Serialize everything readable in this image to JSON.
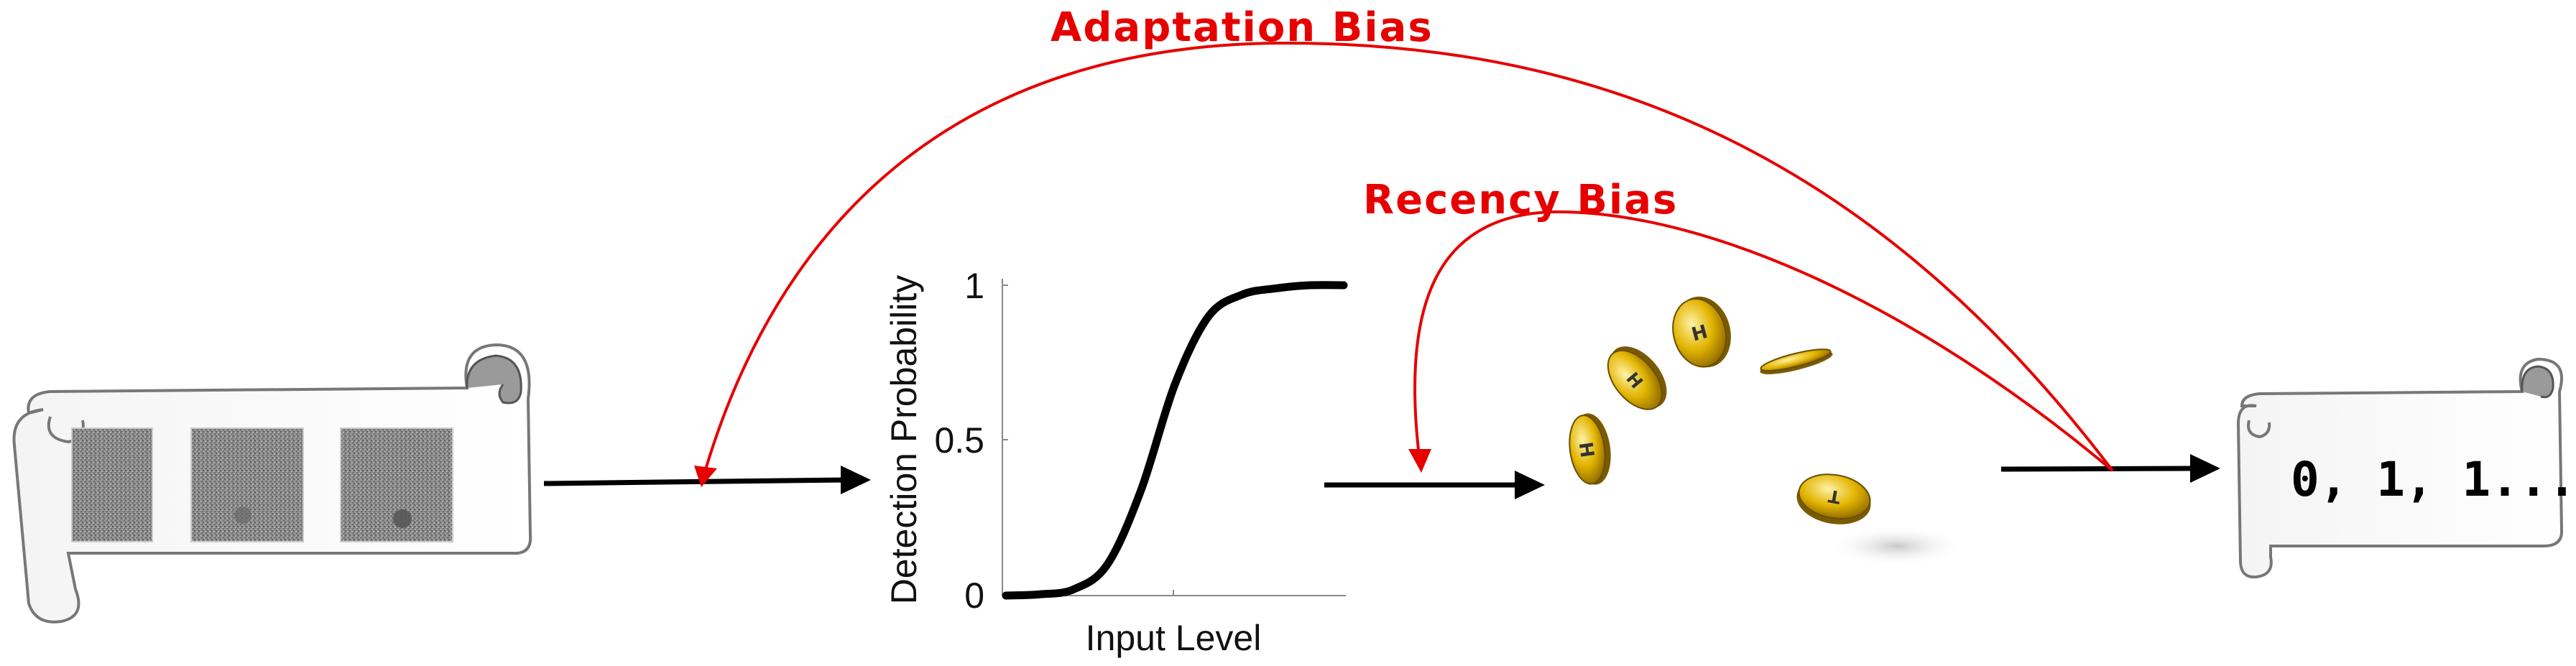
{
  "labels": {
    "adaptation_bias": "Adaptation Bias",
    "recency_bias": "Recency Bias"
  },
  "output_sequence": "0, 1, 1...",
  "chart_data": {
    "type": "line",
    "xlabel": "Input Level",
    "ylabel": "Detection Probability",
    "ylim": [
      0,
      1
    ],
    "yticks": [
      "0",
      "0.5",
      "1"
    ],
    "shape": "sigmoid",
    "series": [
      {
        "x": [
          0,
          0.1,
          0.2,
          0.3,
          0.4,
          0.5,
          0.6,
          0.7,
          0.8,
          0.9,
          1.0
        ],
        "values": [
          0.0,
          0.004,
          0.02,
          0.1,
          0.34,
          0.68,
          0.9,
          0.97,
          0.99,
          1.0,
          1.0
        ]
      }
    ]
  },
  "stimuli": {
    "count": 3
  },
  "colors": {
    "bias_arrow": "#e60000",
    "flow_arrow": "#000000",
    "coin": "#d9a400"
  },
  "icons": [
    "scroll-icon",
    "coin-icon"
  ]
}
